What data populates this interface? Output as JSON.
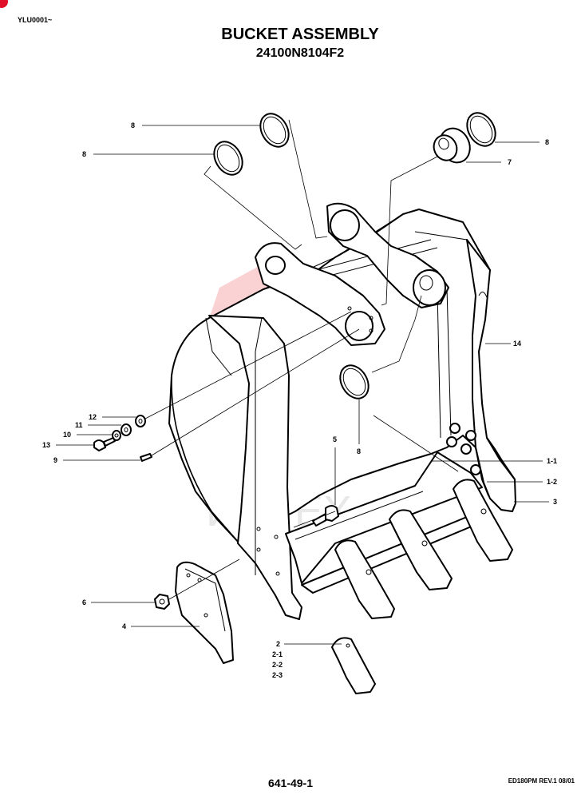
{
  "header": {
    "serial": "YLU0001~",
    "title": "BUCKET ASSEMBLY",
    "part_number": "24100N8104F2"
  },
  "watermark": {
    "text": "ИНТЕХ",
    "color": "#e8333a"
  },
  "footer": {
    "page_number": "641-49-1",
    "revision": "ED180PM REV.1  08/01"
  },
  "callouts": {
    "c8a": "8",
    "c8b": "8",
    "c8c": "8",
    "c8d": "8",
    "c7": "7",
    "c14": "14",
    "c12": "12",
    "c11": "11",
    "c10": "10",
    "c13": "13",
    "c9": "9",
    "c5": "5",
    "c1_1": "1-1",
    "c1_2": "1-2",
    "c3": "3",
    "c6": "6",
    "c4": "4",
    "c2": "2",
    "c2_1": "2-1",
    "c2_2": "2-2",
    "c2_3": "2-3"
  }
}
